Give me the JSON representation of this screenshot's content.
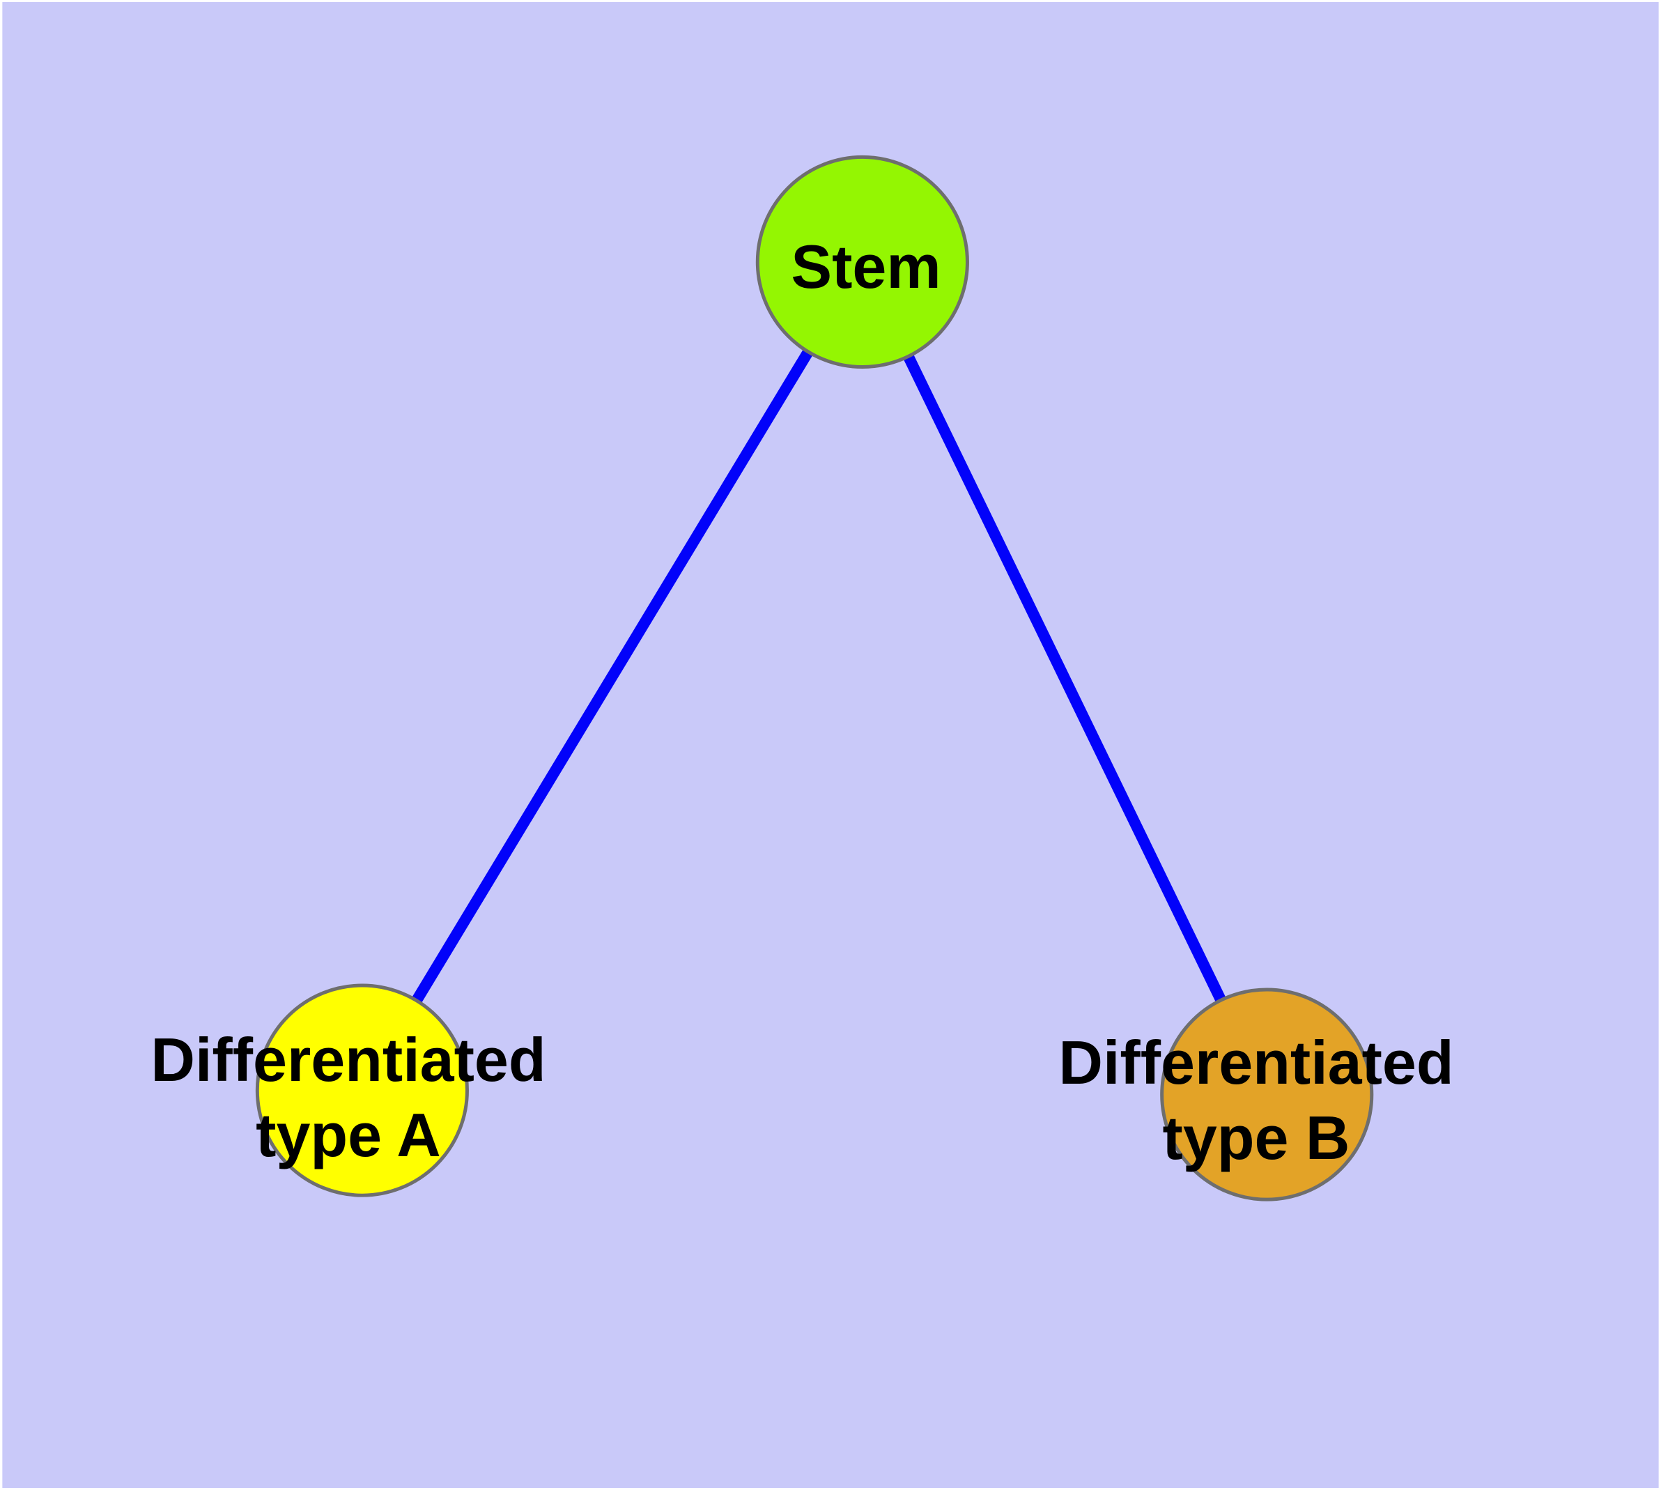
{
  "graph": {
    "background_color": "#c9c9f9",
    "edge_color": "#0202fa",
    "node_border_color": "#6e6e6e",
    "label_color": "#000000",
    "nodes": [
      {
        "id": "stem",
        "label": "Stem",
        "color": "#94f602"
      },
      {
        "id": "diff-a",
        "label": "Differentiated\ntype A",
        "color": "#ffff00"
      },
      {
        "id": "diff-b",
        "label": "Differentiated\ntype B",
        "color": "#e3a327"
      }
    ],
    "edges": [
      {
        "from": "Stem",
        "to": "Differentiated type A"
      },
      {
        "from": "Stem",
        "to": "Differentiated type B"
      }
    ]
  }
}
